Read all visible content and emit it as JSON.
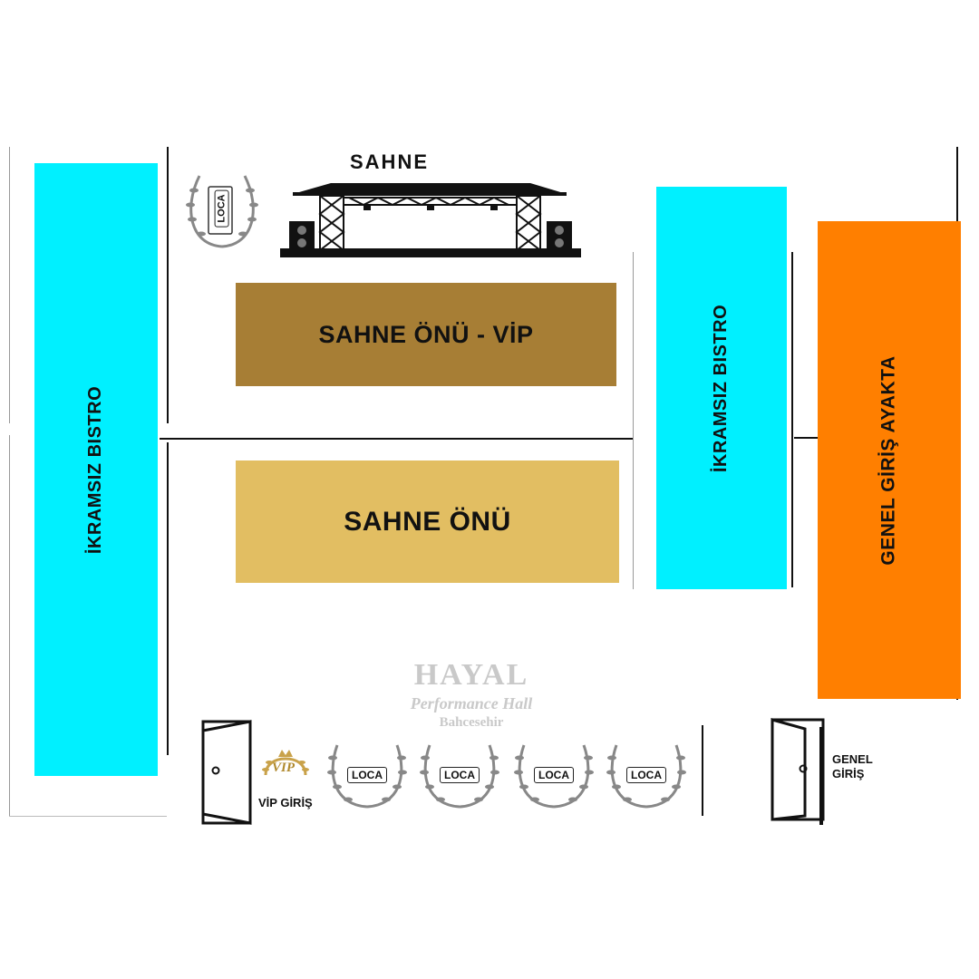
{
  "stage": {
    "title": "SAHNE"
  },
  "zones": {
    "left_bistro": {
      "label": "İKRAMSIZ BISTRO",
      "color": "#00F0FF"
    },
    "right_bistro": {
      "label": "İKRAMSIZ BISTRO",
      "color": "#00F0FF"
    },
    "vip_front": {
      "label": "SAHNE ÖNÜ - VİP",
      "color": "#A77E35"
    },
    "front": {
      "label": "SAHNE ÖNÜ",
      "color": "#E2BE62"
    },
    "general_standing": {
      "label": "GENEL GİRİŞ AYAKTA",
      "color": "#FF7F00"
    }
  },
  "boxes": {
    "top_left": "LOCA",
    "bottom": [
      "LOCA",
      "LOCA",
      "LOCA",
      "LOCA"
    ]
  },
  "vip_badge": "VIP",
  "entrances": {
    "vip": "VİP GİRİŞ",
    "general_line1": "GENEL",
    "general_line2": "GİRİŞ"
  },
  "watermark": {
    "title": "HAYAL",
    "subtitle": "Performance Hall",
    "location": "Bahcesehir"
  }
}
